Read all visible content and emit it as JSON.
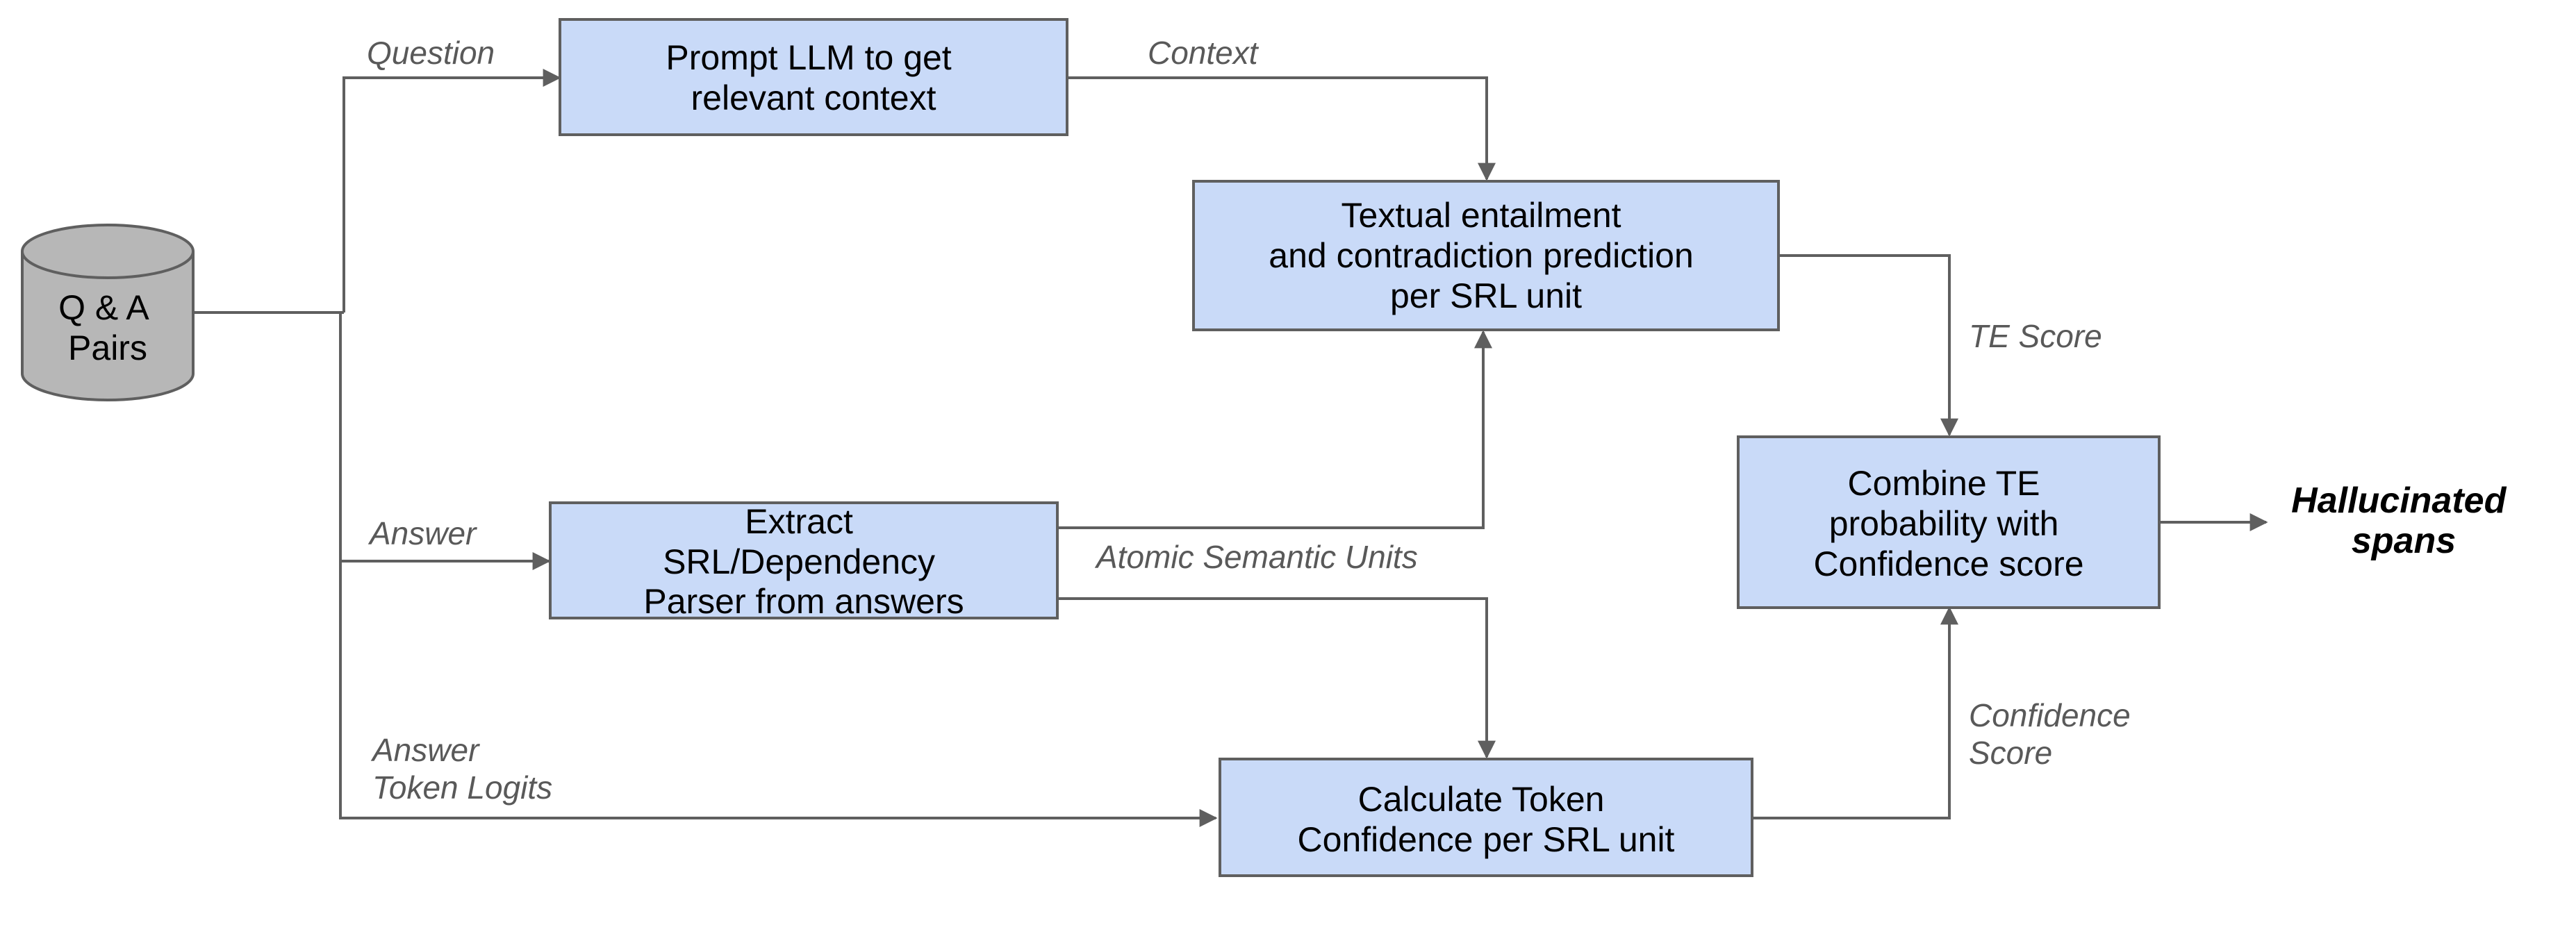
{
  "nodes": {
    "qa_pairs": {
      "lines": [
        "Q & A",
        "Pairs"
      ]
    },
    "prompt_llm": {
      "lines": [
        "Prompt LLM to get",
        "relevant context"
      ]
    },
    "textual_entailment": {
      "lines": [
        "Textual entailment",
        "and contradiction prediction",
        "per SRL unit"
      ]
    },
    "extract_srl": {
      "lines": [
        "Extract",
        "SRL/Dependency",
        "Parser from answers"
      ]
    },
    "combine": {
      "lines": [
        "Combine TE",
        "probability with",
        "Confidence score"
      ]
    },
    "token_confidence": {
      "lines": [
        "Calculate Token",
        "Confidence per SRL unit"
      ]
    }
  },
  "edge_labels": {
    "question": [
      "Question"
    ],
    "context": [
      "Context"
    ],
    "te_score": [
      "TE Score"
    ],
    "answer": [
      "Answer"
    ],
    "atomic_units": [
      "Atomic Semantic Units"
    ],
    "answer_logits": [
      "Answer",
      "Token Logits"
    ],
    "confidence_score": [
      "Confidence",
      "Score"
    ]
  },
  "output": {
    "lines": [
      "Hallucinated",
      "spans"
    ]
  },
  "colors": {
    "box_fill": "#c9daf8",
    "database_fill": "#b7b7b7",
    "line": "#5f5f5f",
    "label_text": "#595959"
  }
}
